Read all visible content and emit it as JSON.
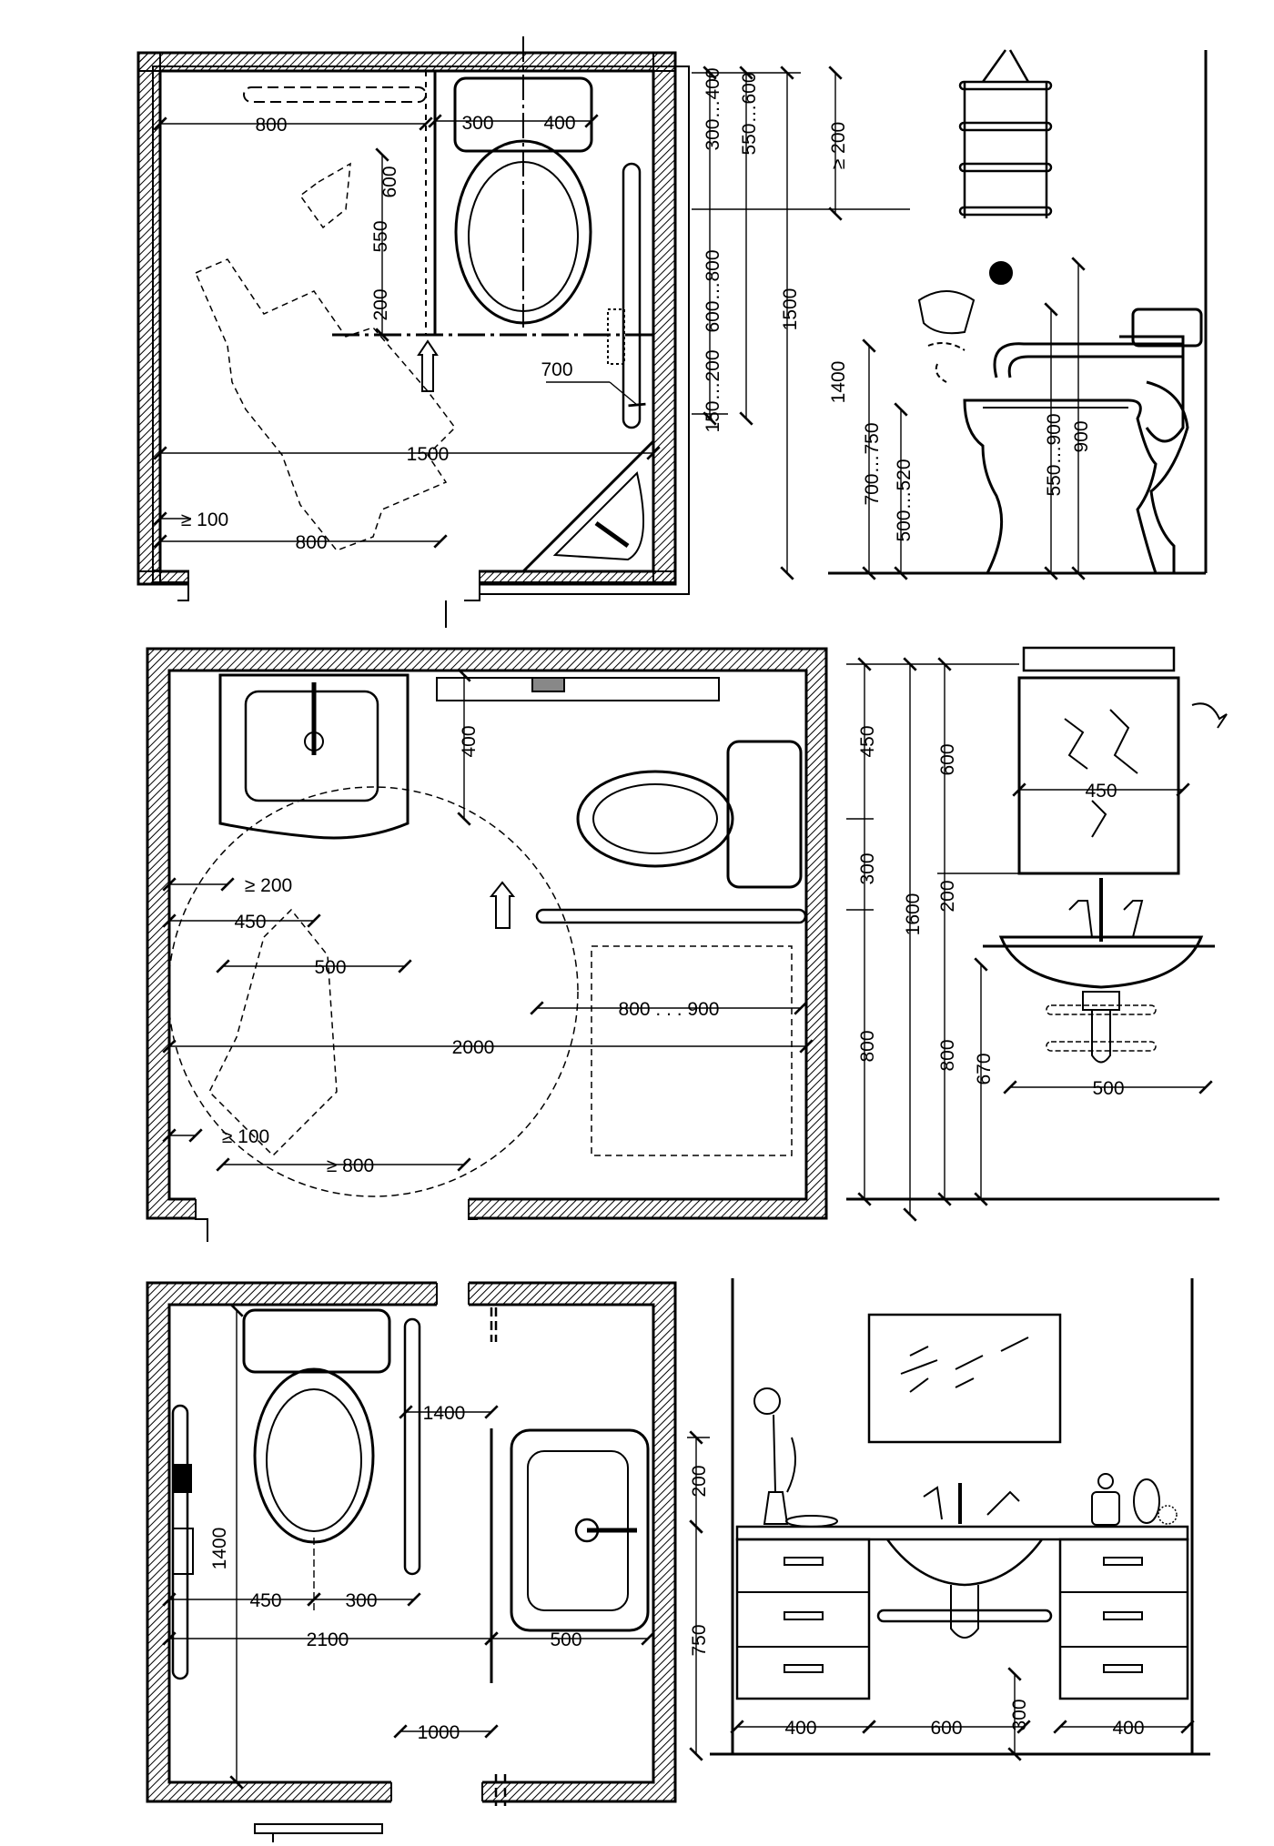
{
  "colors": {
    "ink": "#000000",
    "paper": "#ffffff",
    "hatch": "#000000"
  },
  "plan1": {
    "dims": {
      "d800_top": "800",
      "d300": "300",
      "d400": "400",
      "d600": "600",
      "d550": "550",
      "d200": "200",
      "d700": "700",
      "d1500": "1500",
      "d100": "≥ 100",
      "d800_door": "800"
    }
  },
  "elev1": {
    "dims": {
      "a1": "300…400",
      "a2": "550…600",
      "a3": "600…800",
      "a4": "150…200",
      "b1": "1500",
      "c1": "≥ 200",
      "c2": "1400",
      "e1": "700…750",
      "e2": "500…520",
      "f1": "550…900",
      "f2": "900"
    }
  },
  "plan2": {
    "dims": {
      "d400": "400",
      "d200": "≥ 200",
      "d450": "450",
      "d500": "500",
      "d800_900": "800 . . . 900",
      "d2000": "2000",
      "d100": "≥ 100",
      "d800": "≥ 800"
    }
  },
  "elev2": {
    "dims": {
      "h450": "450",
      "h300": "300",
      "h800": "800",
      "h1600": "1600",
      "h600": "600",
      "h200": "200",
      "h800b": "800",
      "h670": "670",
      "w450": "450",
      "w500": "500"
    }
  },
  "plan3": {
    "dims": {
      "d1400v": "1400",
      "d1400h": "1400",
      "d450": "450",
      "d300": "300",
      "d2100": "2100",
      "d500": "500",
      "d1000": "1000"
    }
  },
  "elev3": {
    "dims": {
      "v200": "200",
      "v750": "750",
      "w400a": "400",
      "w600": "600",
      "v300": "300",
      "w400b": "400"
    }
  }
}
